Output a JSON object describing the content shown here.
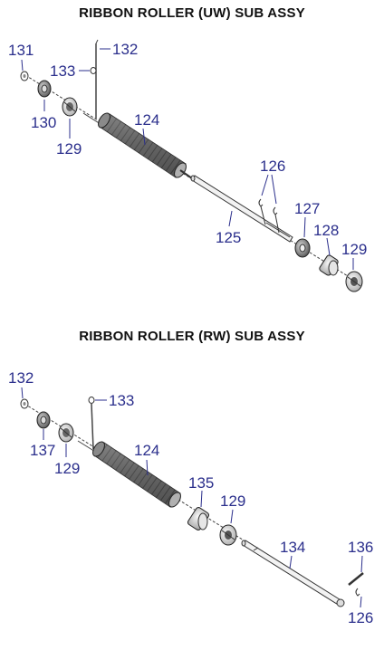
{
  "diagram": {
    "top_assembly": {
      "title": "RIBBON ROLLER (UW) SUB ASSY",
      "labels": {
        "p131": "131",
        "p132": "132",
        "p133": "133",
        "p130": "130",
        "p129a": "129",
        "p124": "124",
        "p126": "126",
        "p125": "125",
        "p127": "127",
        "p128": "128",
        "p129b": "129"
      }
    },
    "bottom_assembly": {
      "title": "RIBBON ROLLER (RW) SUB ASSY",
      "labels": {
        "p132": "132",
        "p133": "133",
        "p137": "137",
        "p129a": "129",
        "p124": "124",
        "p135": "135",
        "p129b": "129",
        "p134": "134",
        "p136": "136",
        "p126": "126"
      }
    }
  }
}
